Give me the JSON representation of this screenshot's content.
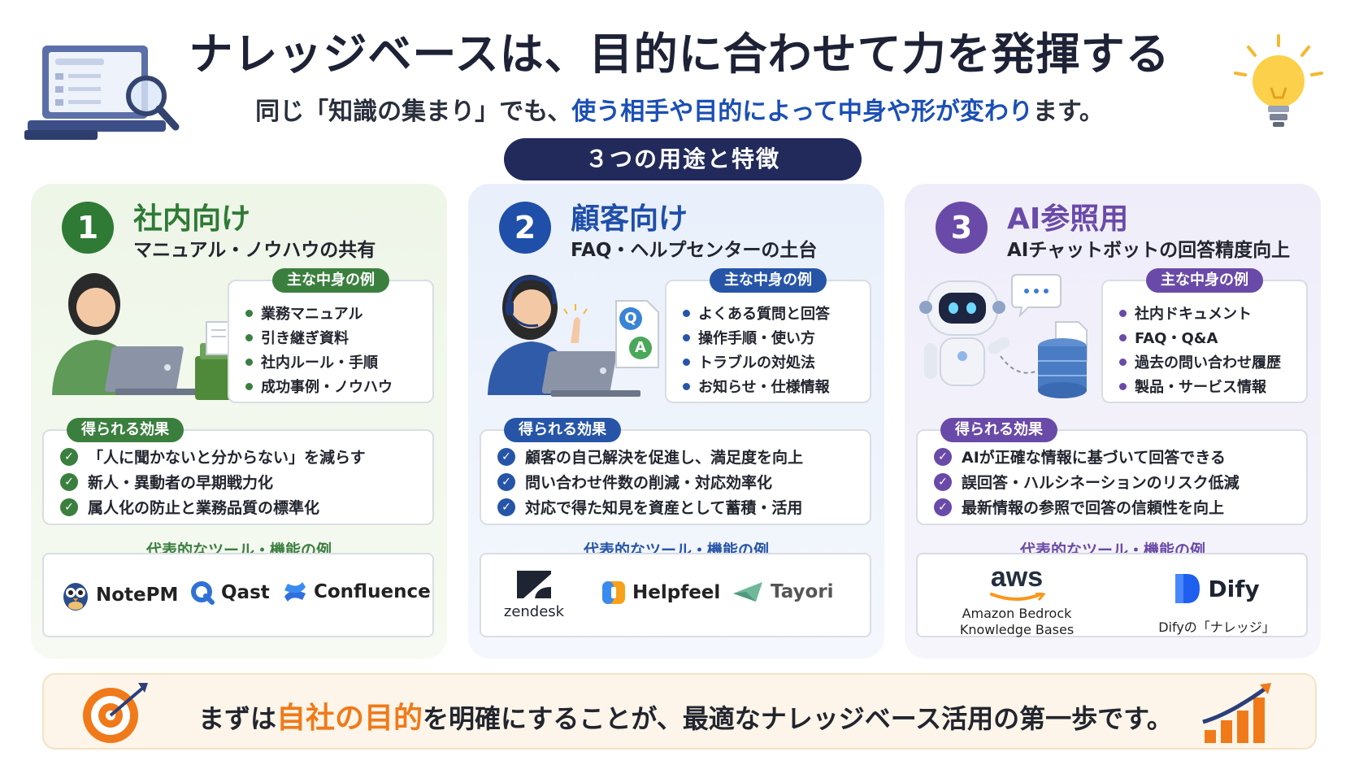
{
  "header": {
    "title": "ナレッジベースは、目的に合わせて力を発揮する",
    "subtitle_pre": "同じ「知識の集まり」でも、",
    "subtitle_hl": "使う相手や目的によって中身や形が変わり",
    "subtitle_post": "ます。",
    "section_label": "３つの用途と特徴"
  },
  "cards": [
    {
      "number": "1",
      "title": "社内向け",
      "subtitle": "マニュアル・ノウハウの共有",
      "content_label": "主な中身の例",
      "contents": [
        "業務マニュアル",
        "引き継ぎ資料",
        "社内ルール・手順",
        "成功事例・ノウハウ"
      ],
      "effects_label": "得られる効果",
      "effects": [
        "「人に聞かないと分からない」を減らす",
        "新人・異動者の早期戦力化",
        "属人化の防止と業務品質の標準化"
      ],
      "tools_label": "代表的なツール・機能の例",
      "tools": [
        "NotePM",
        "Qast",
        "Confluence"
      ]
    },
    {
      "number": "2",
      "title": "顧客向け",
      "subtitle": "FAQ・ヘルプセンターの土台",
      "content_label": "主な中身の例",
      "contents": [
        "よくある質問と回答",
        "操作手順・使い方",
        "トラブルの対処法",
        "お知らせ・仕様情報"
      ],
      "effects_label": "得られる効果",
      "effects": [
        "顧客の自己解決を促進し、満足度を向上",
        "問い合わせ件数の削減・対応効率化",
        "対応で得た知見を資産として蓄積・活用"
      ],
      "tools_label": "代表的なツール・機能の例",
      "tools": [
        "zendesk",
        "Helpfeel",
        "Tayori"
      ],
      "qa_q": "Q",
      "qa_a": "A"
    },
    {
      "number": "3",
      "title": "AI参照用",
      "subtitle": "AIチャットボットの回答精度向上",
      "content_label": "主な中身の例",
      "contents": [
        "社内ドキュメント",
        "FAQ・Q&A",
        "過去の問い合わせ履歴",
        "製品・サービス情報"
      ],
      "effects_label": "得られる効果",
      "effects": [
        "AIが正確な情報に基づいて回答できる",
        "誤回答・ハルシネーションのリスク低減",
        "最新情報の参照で回答の信頼性を向上"
      ],
      "tools_label": "代表的なツール・機能の例",
      "tools": [
        "aws",
        "Amazon Bedrock",
        "Knowledge Bases",
        "Dify",
        "Difyの「ナレッジ」"
      ],
      "chat_bubble": "..."
    }
  ],
  "footer": {
    "pre": "まずは",
    "hl": "自社の目的",
    "post": "を明確にすることが、最適なナレッジベース活用の第一歩です。"
  },
  "colors": {
    "navy": "#222a5c",
    "green": "#2f7a35",
    "blue": "#1f4fa8",
    "purple": "#6a4aa8",
    "orange": "#f07a1a"
  },
  "icons": [
    "laptop-search-icon",
    "lightbulb-icon",
    "target-icon",
    "growth-chart-icon",
    "check-icon",
    "folder-icon",
    "document-icon",
    "database-icon",
    "robot-icon",
    "headset-operator-icon"
  ]
}
